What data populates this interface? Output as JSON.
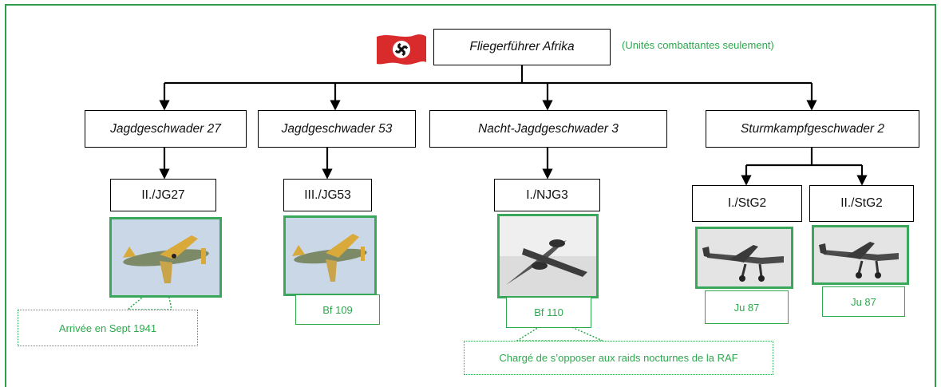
{
  "top": {
    "title": "Fliegerführer Afrika",
    "note": "(Unités combattantes seulement)"
  },
  "wings": [
    {
      "name": "Jagdgeschwader 27"
    },
    {
      "name": "Jagdgeschwader 53"
    },
    {
      "name": "Nacht-Jagdgeschwader 3"
    },
    {
      "name": "Sturmkampfgeschwader 2"
    }
  ],
  "groups": [
    {
      "name": "II./JG27"
    },
    {
      "name": "III./JG53",
      "aircraft": "Bf 109"
    },
    {
      "name": "I./NJG3",
      "aircraft": "Bf 110"
    },
    {
      "name": "I./StG2",
      "aircraft": "Ju 87"
    },
    {
      "name": "II./StG2",
      "aircraft": "Ju 87"
    }
  ],
  "callouts": {
    "jg27": "Arrivée en Sept 1941",
    "njg3": "Chargé de s’opposer aux raids nocturnes de la RAF"
  },
  "colors": {
    "accent": "#2ea84e",
    "frame": "#2e9e4f",
    "flag_red": "#d92b2b"
  }
}
